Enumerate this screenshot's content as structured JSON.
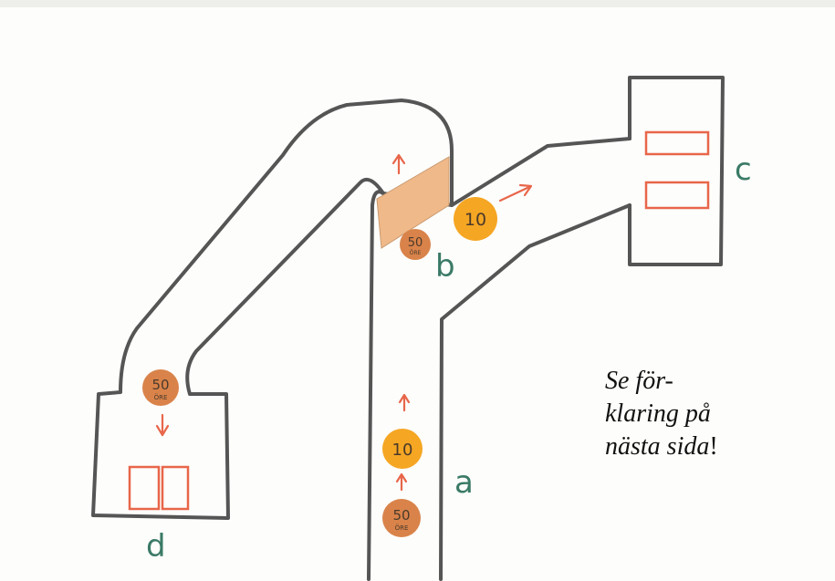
{
  "labels": {
    "a": "a",
    "b": "b",
    "c": "c",
    "d": "d"
  },
  "coins": {
    "coin_a_upper": {
      "value": "10",
      "sub": ""
    },
    "coin_a_lower": {
      "value": "50",
      "sub": "ÖRE"
    },
    "coin_b_ten": {
      "value": "10",
      "sub": ""
    },
    "coin_b_fifty": {
      "value": "50",
      "sub": "ÖRE"
    },
    "coin_d": {
      "value": "50",
      "sub": "ÖRE"
    }
  },
  "note": {
    "line1": "Se för-",
    "line2": "klaring på",
    "line3": "nästa sida",
    "exclaim": "!"
  },
  "colors": {
    "outline": "#555555",
    "slot": "#e8664a",
    "gate": "#f0b98a",
    "coin_ten": "#f5a623",
    "coin_fifty": "#d9834a",
    "label": "#3a7a66"
  }
}
